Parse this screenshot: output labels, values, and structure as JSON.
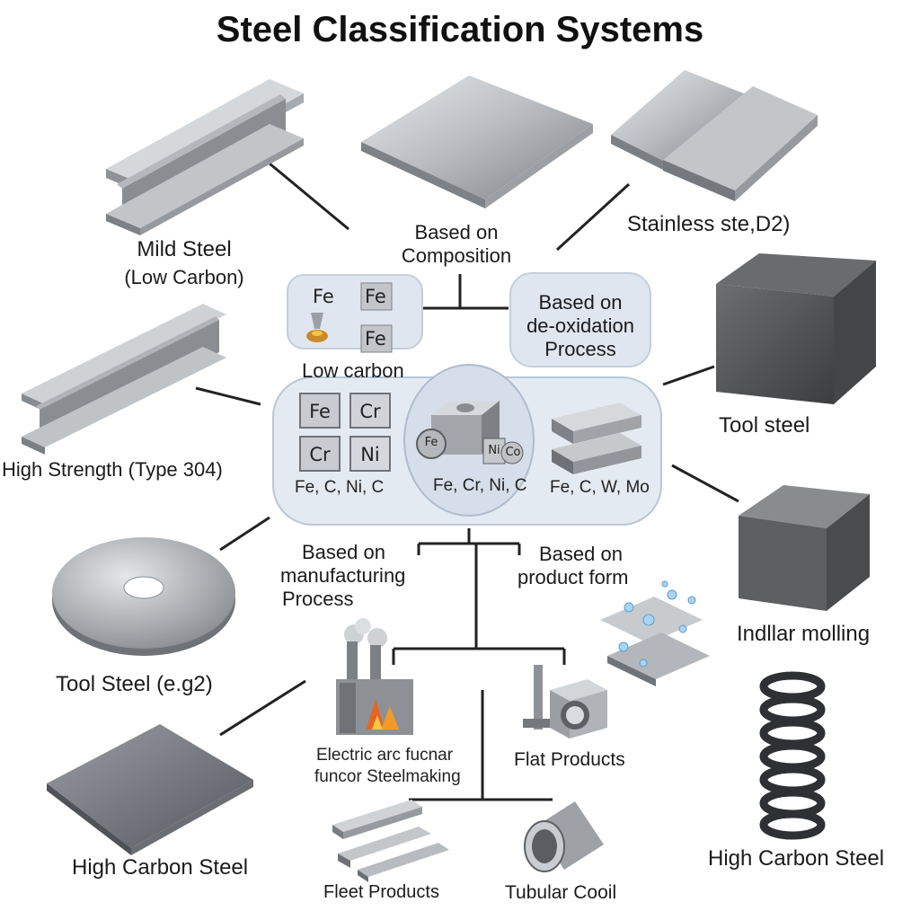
{
  "title": "Steel Classification Systems",
  "categories": {
    "composition": {
      "line1": "Based on",
      "line2": "Composition"
    },
    "deoxidation": {
      "line1": "Based on",
      "line2": "de-oxidation",
      "line3": "Process"
    },
    "manufacturing": {
      "line1": "Based on",
      "line2": "manufacturing",
      "line3": "Process"
    },
    "product_form": {
      "line1": "Based on",
      "line2": "product form"
    }
  },
  "steel_labels": {
    "mild_steel": {
      "line1": "Mild Steel",
      "line2": "(Low Carbon)"
    },
    "stainless": "Stainless ste,D2)",
    "high_strength": "High Strength (Type 304)",
    "tool_steel_right": "Tool steel",
    "tool_steel_left": "Tool Steel (e.g2)",
    "indllar_molling": "Indllar molling",
    "high_carbon_left": "High Carbon Steel",
    "high_carbon_right": "High Carbon Steel"
  },
  "low_carbon_panel": {
    "label": "Low carbon",
    "elements": [
      "Fe",
      "Fe",
      "Fe"
    ]
  },
  "composition_panel": {
    "group1": {
      "elements": [
        "Fe",
        "Cr",
        "Cr",
        "Ni"
      ],
      "caption": "Fe, C, Ni, C"
    },
    "group2": {
      "elements": [
        "Fe",
        "Ni",
        "Co"
      ],
      "caption": "Fe, Cr, Ni, C"
    },
    "group3": {
      "caption": "Fe, C, W, Mo"
    }
  },
  "process_labels": {
    "electric_arc": {
      "line1": "Electric arc fucnar",
      "line2": "funcor Steelmaking"
    },
    "flat_products": "Flat Products",
    "fleet_products": "Fleet Products",
    "tubular_coil": "Tubular Cooil"
  },
  "colors": {
    "panel_fill": "#dfe6ef",
    "panel_stroke": "#b9c7d6",
    "line": "#222222",
    "steel_light": "#c9cccf",
    "steel_dark": "#6b6e72"
  }
}
